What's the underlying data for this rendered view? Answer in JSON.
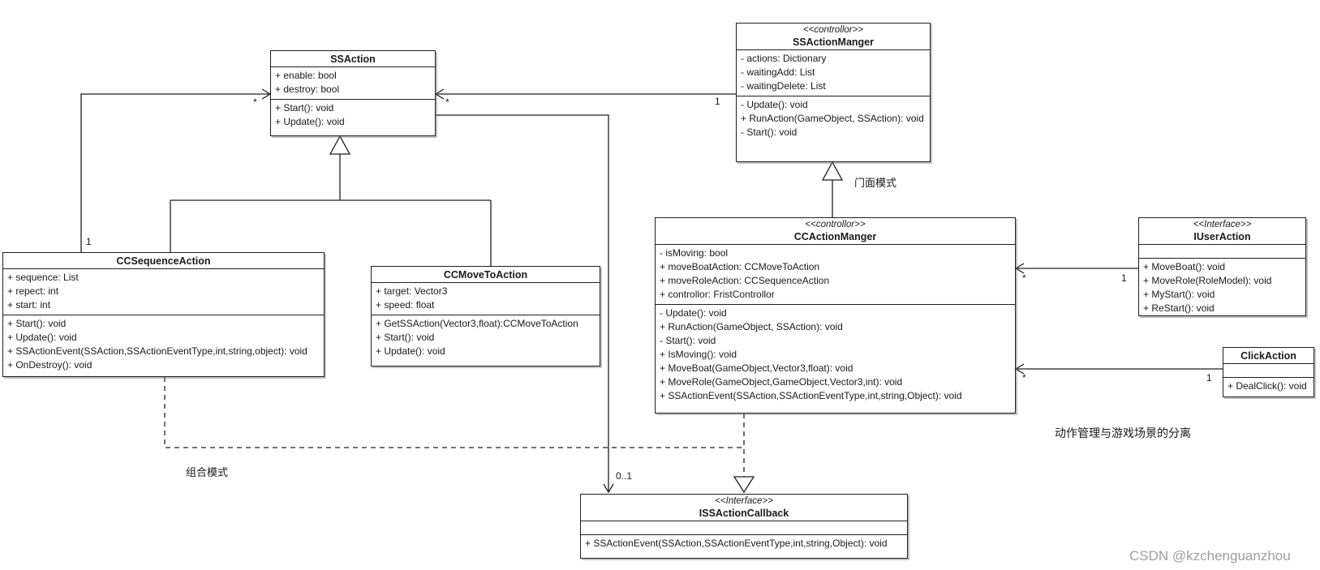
{
  "diagram": {
    "classes": [
      {
        "id": "SSAction",
        "stereotype": "",
        "name": "SSAction",
        "attributes": [
          "+ enable: bool",
          "+ destroy: bool"
        ],
        "methods": [
          "+ Start(): void",
          "+ Update(): void"
        ]
      },
      {
        "id": "SSActionManger",
        "stereotype": "<<controllor>>",
        "name": "SSActionManger",
        "attributes": [
          "- actions: Dictionary",
          "- waitingAdd: List",
          "- waitingDelete: List"
        ],
        "methods": [
          "- Update(): void",
          "+ RunAction(GameObject, SSAction): void",
          "- Start(): void"
        ]
      },
      {
        "id": "CCSequenceAction",
        "stereotype": "",
        "name": "CCSequenceAction",
        "attributes": [
          "+ sequence: List",
          "+ repect: int",
          "+ start: int"
        ],
        "methods": [
          "+ Start(): void",
          "+ Update(): void",
          "+ SSActionEvent(SSAction,SSActionEventType,int,string,object): void",
          "+ OnDestroy(): void"
        ]
      },
      {
        "id": "CCMoveToAction",
        "stereotype": "",
        "name": "CCMoveToAction",
        "attributes": [
          "+ target: Vector3",
          "+ speed: float"
        ],
        "methods": [
          "+ GetSSAction(Vector3,float):CCMoveToAction",
          "+ Start(): void",
          "+ Update(): void"
        ]
      },
      {
        "id": "CCActionManger",
        "stereotype": "<<controllor>>",
        "name": "CCActionManger",
        "attributes": [
          "- isMoving: bool",
          "+ moveBoatAction: CCMoveToAction",
          "+ moveRoleAction: CCSequenceAction",
          "+ controllor: FristControllor"
        ],
        "methods": [
          "- Update(): void",
          "+ RunAction(GameObject, SSAction): void",
          "- Start(): void",
          "+ IsMoving(): void",
          "+ MoveBoat(GameObject,Vector3,float): void",
          "+ MoveRole(GameObject,GameObject,Vector3,int): void",
          "+ SSActionEvent(SSAction,SSActionEventType,int,string,Object): void"
        ]
      },
      {
        "id": "IUserAction",
        "stereotype": "<<Interface>>",
        "name": "IUserAction",
        "attributes": [],
        "methods": [
          "+ MoveBoat(): void",
          "+ MoveRole(RoleModel): void",
          "+ MyStart(): void",
          "+ ReStart(): void"
        ]
      },
      {
        "id": "ClickAction",
        "stereotype": "",
        "name": "ClickAction",
        "attributes": [],
        "methods": [
          "+ DealClick(): void"
        ]
      },
      {
        "id": "ISSActionCallback",
        "stereotype": "<<Interface>>",
        "name": "ISSActionCallback",
        "attributes": [],
        "methods": [
          "+ SSActionEvent(SSAction,SSActionEventType,int,string,Object): void"
        ]
      }
    ],
    "multiplicities": {
      "ssaction_left_star": "*",
      "ccsequence_one": "1",
      "ssaction_right_star": "*",
      "ssactionmanger_one": "1",
      "callback_zero_one": "0..1",
      "ccactionmanger_upper_star": "*",
      "iuseraction_one": "1",
      "ccactionmanger_lower_star": "*",
      "clickaction_one": "1"
    },
    "annotations": {
      "facade_pattern": "门面模式",
      "composite_pattern": "组合模式",
      "separation_note": "动作管理与游戏场景的分离"
    },
    "watermark": "CSDN @kzchenguanzhou"
  }
}
